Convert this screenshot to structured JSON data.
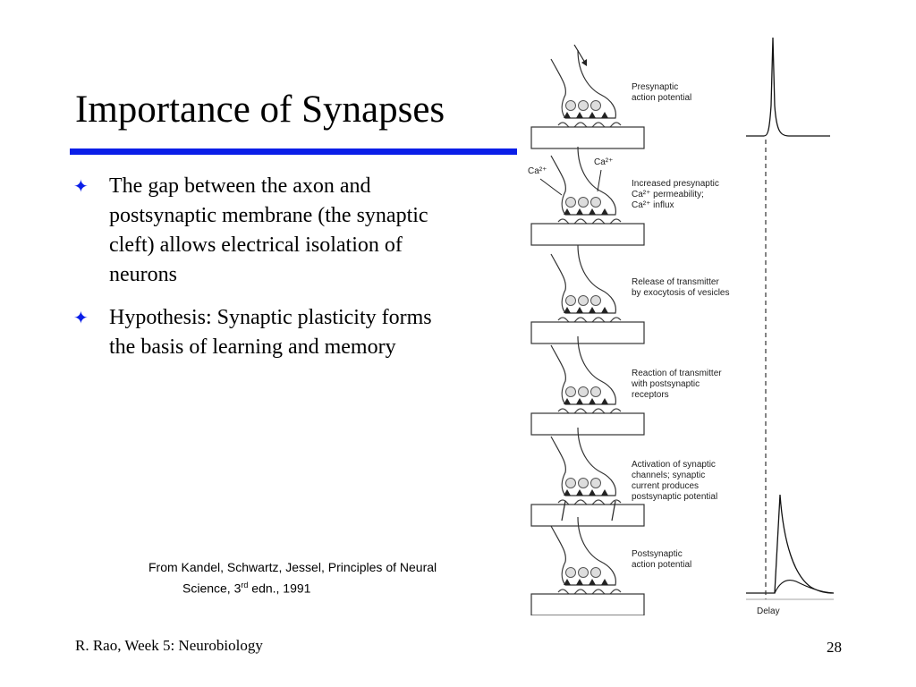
{
  "slide": {
    "title": "Importance of Synapses",
    "accent_color": "#0a1ee8",
    "bullet_icon": "four-pointed-star",
    "bullets": [
      {
        "text": "The gap between the axon and postsynaptic membrane (the synaptic cleft) allows electrical isolation of neurons"
      },
      {
        "text": "Hypothesis: Synaptic plasticity forms the basis of learning and memory"
      }
    ],
    "citation": {
      "line1": "From Kandel, Schwartz, Jessel, Principles of Neural",
      "line2_prefix": "Science, 3",
      "line2_sup": "rd",
      "line2_suffix": " edn., 1991"
    },
    "footer_left": "R. Rao, Week 5: Neurobiology",
    "page_number": "28"
  },
  "figure": {
    "stages": [
      {
        "label_lines": [
          "Presynaptic",
          "action potential"
        ]
      },
      {
        "label_lines": [
          "Increased presynaptic",
          "Ca²⁺ permeability;",
          "Ca²⁺ influx"
        ],
        "ion_labels": [
          "Ca²⁺",
          "Ca²⁺"
        ]
      },
      {
        "label_lines": [
          "Release of transmitter",
          "by exocytosis of vesicles"
        ]
      },
      {
        "label_lines": [
          "Reaction of transmitter",
          "with postsynaptic",
          "receptors"
        ]
      },
      {
        "label_lines": [
          "Activation of synaptic",
          "channels; synaptic",
          "current produces",
          "postsynaptic potential"
        ]
      },
      {
        "label_lines": [
          "Postsynaptic",
          "action potential"
        ]
      }
    ],
    "delay_label": "Delay"
  }
}
